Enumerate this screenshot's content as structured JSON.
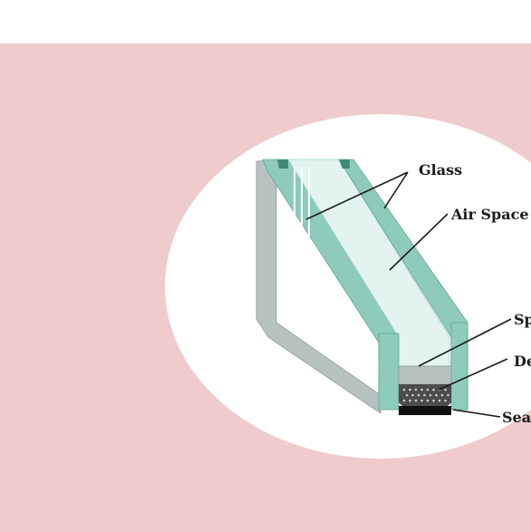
{
  "colors": {
    "page_background": "#ffffff",
    "panel_background": "#f0cbcb",
    "ellipse_fill": "#ffffff",
    "glass_edge": "#8fcbbb",
    "glass_dark": "#3f8a78",
    "glass_face": "#e3f3ef",
    "frame_gray": "#b6c2c0",
    "desiccant_dark": "#4c4c4c",
    "seal_black": "#101010",
    "leader_line": "#1c1c1c"
  },
  "labels": {
    "glass": "Glass",
    "air_space": "Air Space",
    "spacer_partial": "Sp",
    "desiccant_partial": "De",
    "sealant_partial": "Sea"
  }
}
